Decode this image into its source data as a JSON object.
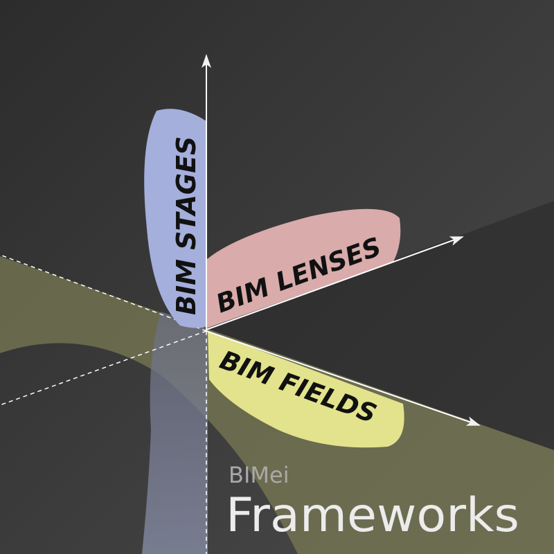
{
  "diagram": {
    "stages_label": "BIM STAGES",
    "lenses_label": "BIM LENSES",
    "fields_label": "BIM FIELDS"
  },
  "brand": {
    "prefix": "BIMei",
    "title": "Frameworks"
  },
  "colors": {
    "background": "#333333",
    "stages": "#a4afdc",
    "lenses": "#d9abab",
    "fields": "#e2e38c",
    "axis": "#ffffff",
    "plane": "#7d7b5a"
  }
}
